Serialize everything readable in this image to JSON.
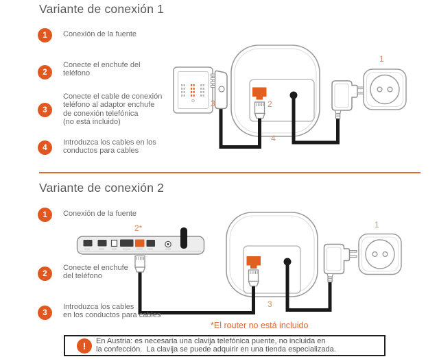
{
  "section1": {
    "title": "Variante de conexión 1",
    "steps": [
      {
        "num": "1",
        "text": "Conexión de la fuente"
      },
      {
        "num": "2",
        "text": "Conecte el enchufe del\nteléfono"
      },
      {
        "num": "3",
        "text": "Conecte el cable de conexión\nteléfono al adaptor enchufe\nde conexión telefónica\n(no está incluido)"
      },
      {
        "num": "4",
        "text": "Introduzca los cables en los\nconductos para cables"
      }
    ],
    "labels": {
      "outlet": "1",
      "phone_plug": "2",
      "adapter": "3",
      "cables": "4"
    }
  },
  "section2": {
    "title": "Variante de conexión 2",
    "steps": [
      {
        "num": "1",
        "text": "Conexión de la fuente"
      },
      {
        "num": "2",
        "text": "Conecte el enchufe\ndel teléfono"
      },
      {
        "num": "3",
        "text": "Introduzca los cables\nen los conductos para cables"
      }
    ],
    "labels": {
      "router_port": "2*",
      "outlet": "1",
      "cables": "3"
    },
    "note": "*El router no está incluido"
  },
  "warning": {
    "icon": "!",
    "text": "En Austria: es necesaria una clavija telefónica puente, no incluida en\nla confección.  La clavija se puede adquirir en una tienda especializada."
  },
  "colors": {
    "accent_orange": "#e2571f",
    "divider_orange": "#e0662b",
    "diagram_label_orange": "#e08a62",
    "note_orange": "#dd6434",
    "text_gray": "#67686b"
  }
}
